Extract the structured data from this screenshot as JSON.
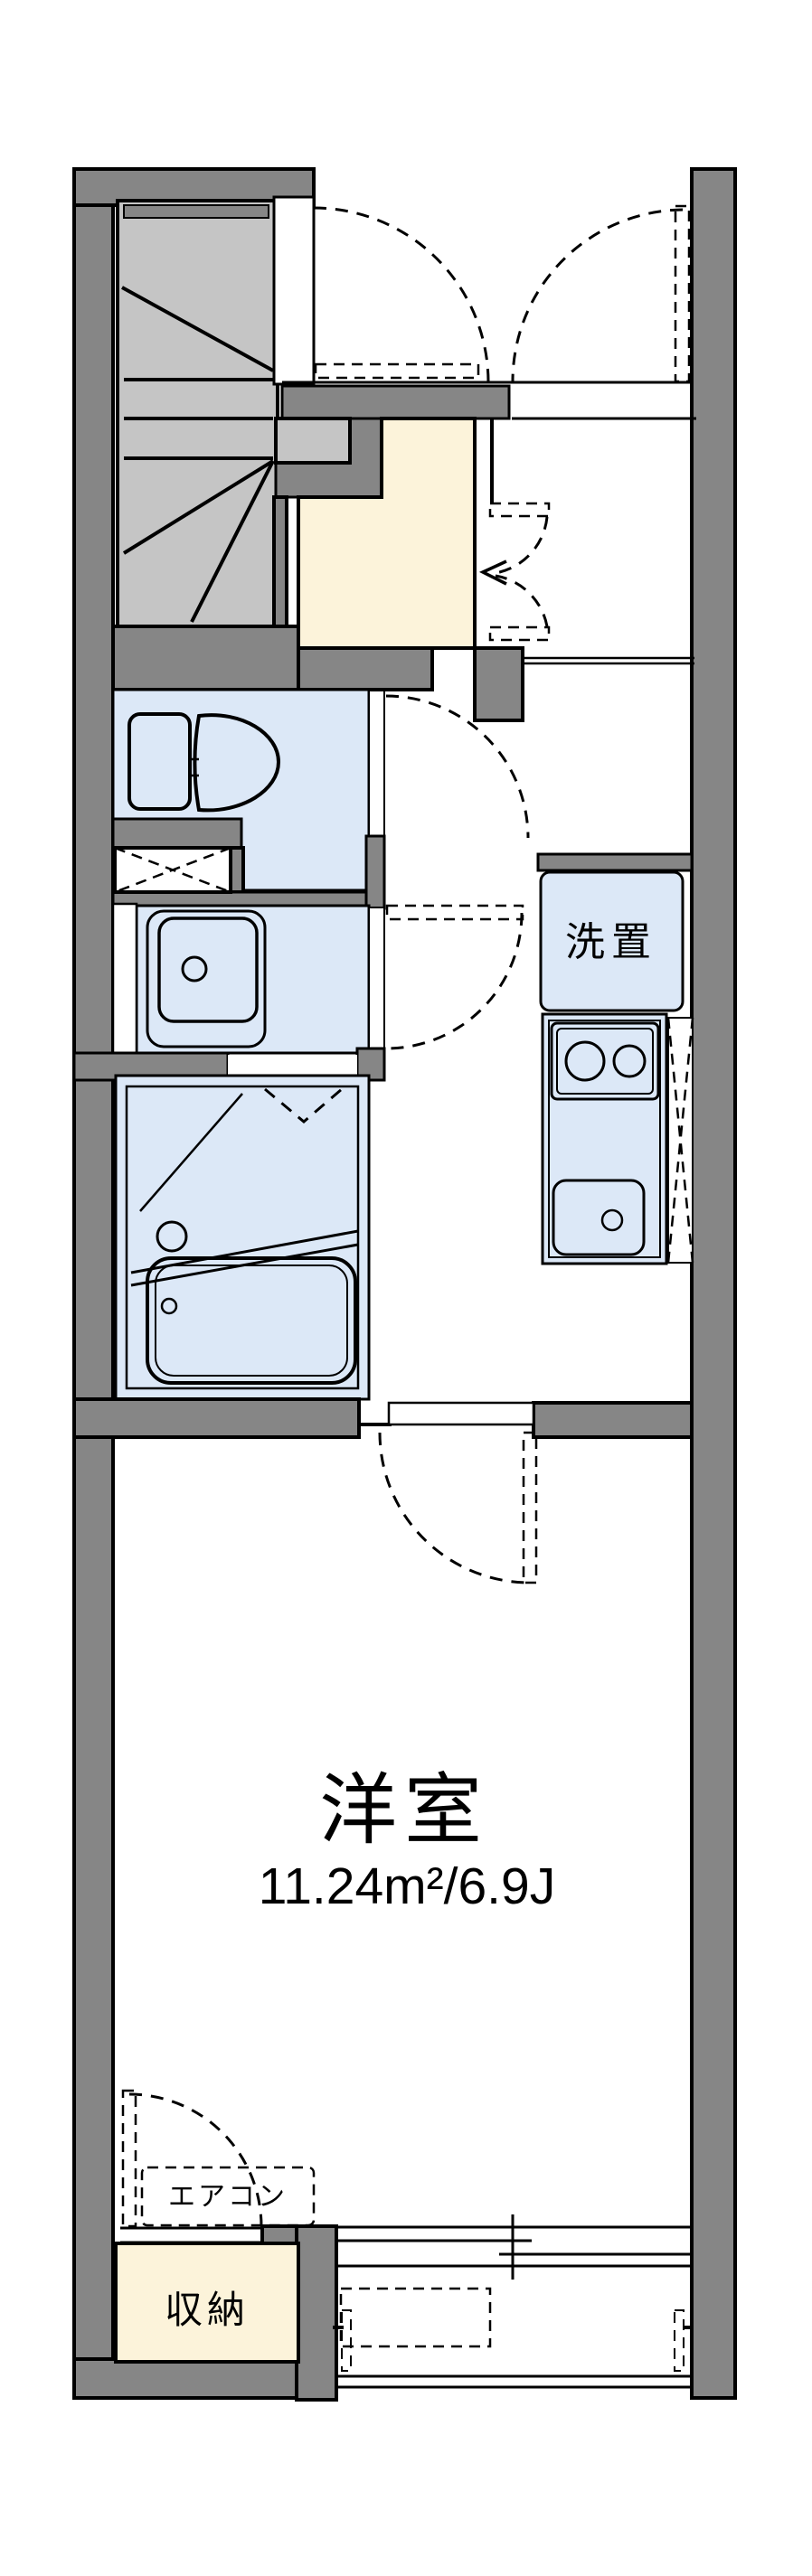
{
  "page": {
    "type": "floor-plan"
  },
  "labels": {
    "laundry": "洗置",
    "room_name": "洋室",
    "room_area": "11.24m²/6.9J",
    "aircon": "エアコン",
    "storage": "収納"
  },
  "rooms": [
    {
      "name": "western-room",
      "label_ref": "room_name",
      "area_ref": "room_area"
    },
    {
      "name": "laundry-space",
      "label_ref": "laundry"
    },
    {
      "name": "storage-closet",
      "label_ref": "storage"
    },
    {
      "name": "air-conditioner-space",
      "label_ref": "aircon"
    },
    {
      "name": "staircase"
    },
    {
      "name": "entrance-genkan"
    },
    {
      "name": "shoe-cabinet"
    },
    {
      "name": "toilet"
    },
    {
      "name": "pipe-space-hatch"
    },
    {
      "name": "washroom"
    },
    {
      "name": "bathroom"
    },
    {
      "name": "kitchen"
    },
    {
      "name": "balcony"
    }
  ],
  "icons": [
    {
      "name": "stairs-icon"
    },
    {
      "name": "toilet-icon"
    },
    {
      "name": "washbasin-icon"
    },
    {
      "name": "bathtub-icon"
    },
    {
      "name": "stove-burners-icon"
    },
    {
      "name": "kitchen-sink-icon"
    },
    {
      "name": "door-swing-arc-icon"
    },
    {
      "name": "sliding-window-icon"
    }
  ],
  "colors": {
    "wall": "#868686",
    "stair": "#c5c5c5",
    "water_rooms": "#dce8f7",
    "entrance": "#fcf3da",
    "background": "#ffffff",
    "line": "#000000"
  }
}
